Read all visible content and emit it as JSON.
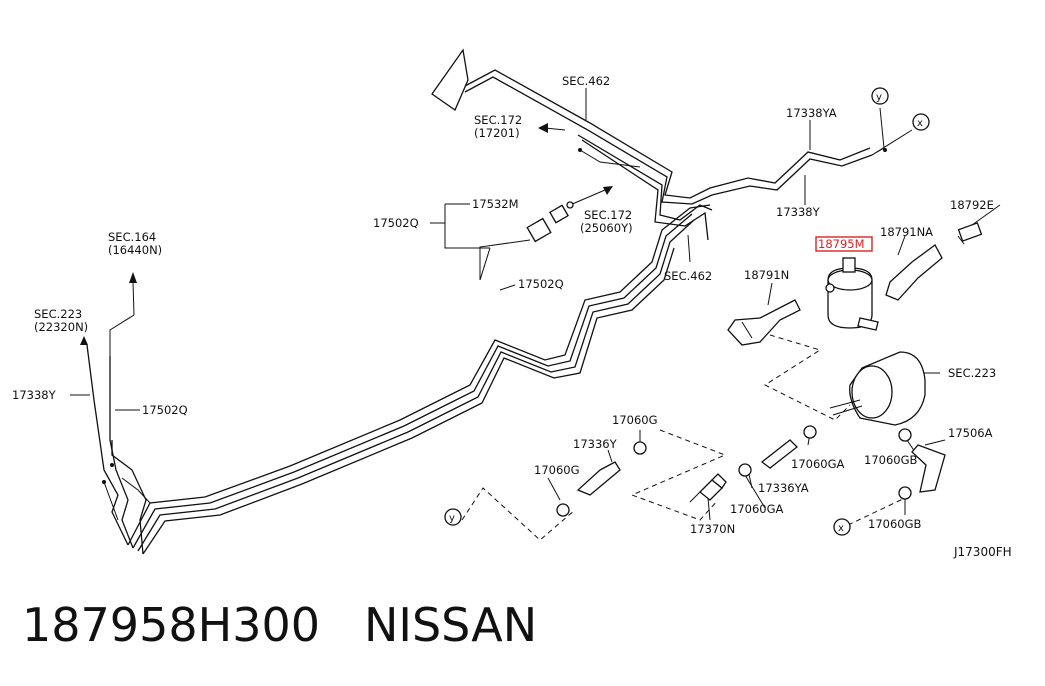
{
  "labels": {
    "sec462_top": "SEC.462",
    "sec172_a_line1": "SEC.172",
    "sec172_a_line2": "(17201)",
    "sec172_b_line1": "SEC.172",
    "sec172_b_line2": "(25060Y)",
    "sec462_mid": "SEC.462",
    "sec164_line1": "SEC.164",
    "sec164_line2": "(16440N)",
    "sec223_left_line1": "SEC.223",
    "sec223_left_line2": "(22320N)",
    "sec223_right": "SEC.223",
    "p17338YA": "17338YA",
    "p17338Y_right": "17338Y",
    "p17338Y_left": "17338Y",
    "p17532M": "17532M",
    "p17502Q_a": "17502Q",
    "p17502Q_b": "17502Q",
    "p17502Q_c": "17502Q",
    "p18795M": "18795M",
    "p18791NA": "18791NA",
    "p18792E": "18792E",
    "p18791N": "18791N",
    "p17060G_top": "17060G",
    "p17336Y": "17336Y",
    "p17060G_left": "17060G",
    "p17060GA_right": "17060GA",
    "p17336YA": "17336YA",
    "p17060GA_bottom": "17060GA",
    "p17370N": "17370N",
    "p17060GB_top": "17060GB",
    "p17506A": "17506A",
    "p17060GB_bottom": "17060GB",
    "diagram_code": "J17300FH",
    "marker_y": "y",
    "marker_x": "x"
  },
  "highlight_color": "#e02020",
  "caption": {
    "part_number": "187958H300",
    "brand": "NISSAN"
  }
}
